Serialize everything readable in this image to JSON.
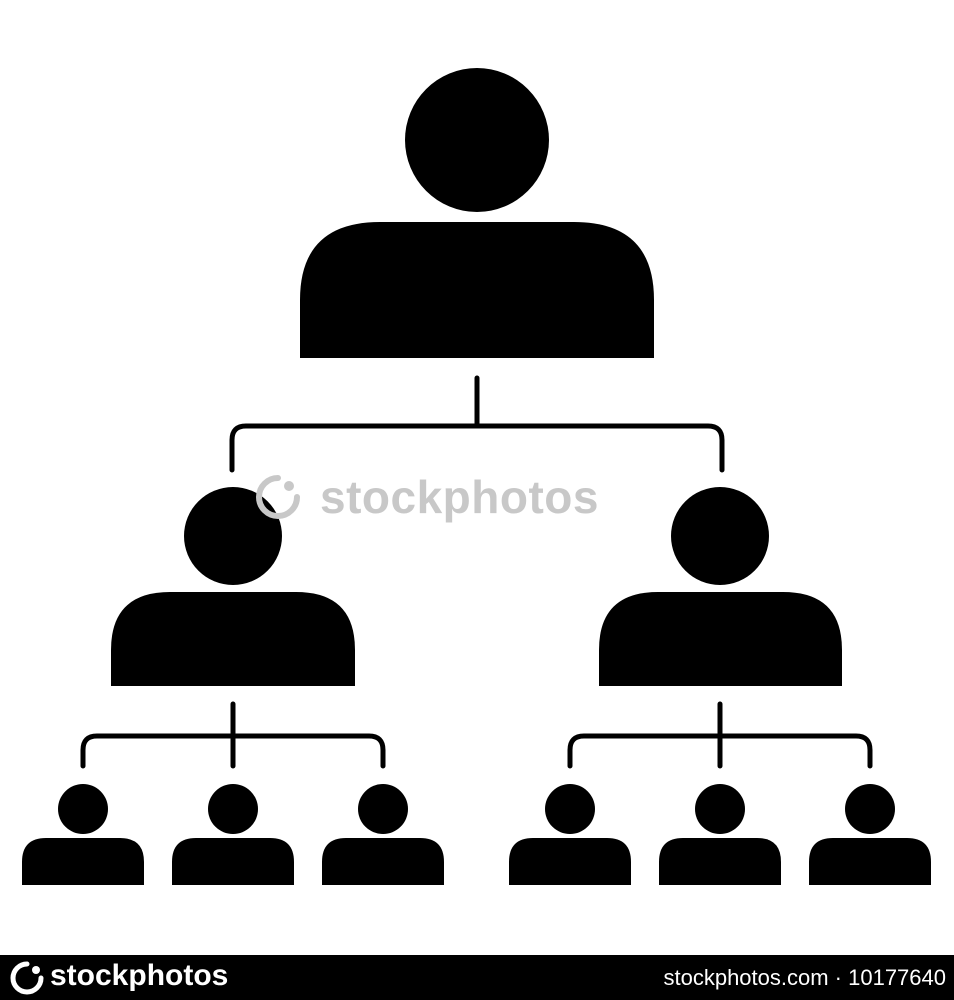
{
  "watermark": {
    "text": "stockphotos"
  },
  "footer": {
    "brand": "stockphotos",
    "image_id": "stockphotos.com · 10177640"
  },
  "colors": {
    "icon": "#000000",
    "background": "#ffffff",
    "watermark": "#c8c8c8",
    "footer_bar": "#000000"
  },
  "org_chart": {
    "levels": 3,
    "top_count": 1,
    "middle_count": 2,
    "bottom_per_middle": 3
  }
}
